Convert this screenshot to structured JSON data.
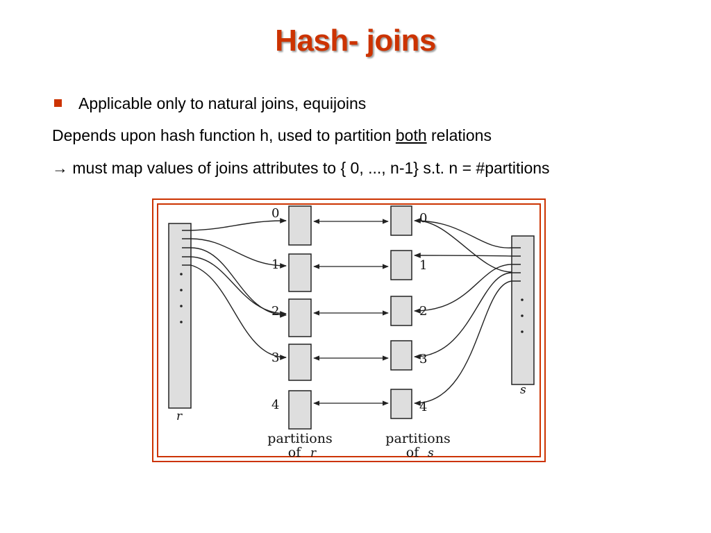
{
  "slide": {
    "title": "Hash- joins",
    "bullet": "Applicable only to natural joins, equijoins",
    "line2_pre": "Depends upon hash function h, used to partition ",
    "line2_u": "both",
    "line2_post": " relations",
    "line3_arrow": "→",
    "line3": " must map values of joins attributes to { 0, ..., n-1} s.t. n = #partitions"
  },
  "diagram": {
    "relation_r": "r",
    "relation_s": "s",
    "partition_indices": [
      "0",
      "1",
      "2",
      "3",
      "4"
    ],
    "caption_r_line1": "partitions",
    "caption_r_line2": "of",
    "caption_r_var": "r",
    "caption_s_line1": "partitions",
    "caption_s_line2": "of",
    "caption_s_var": "s",
    "colors": {
      "frame": "#cc3300",
      "box_fill": "#dedede",
      "stroke": "#222222"
    }
  }
}
